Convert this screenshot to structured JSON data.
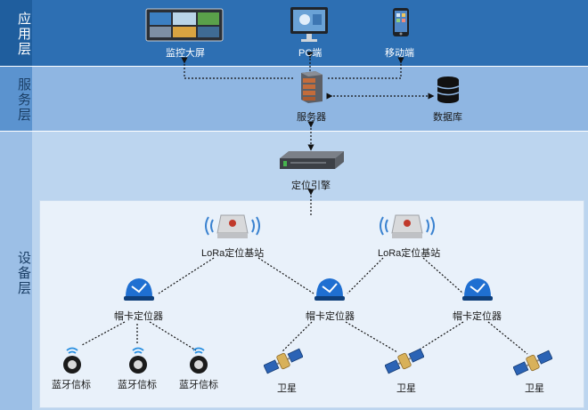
{
  "layers": {
    "application": "应用层",
    "service": "服务层",
    "device": "设备层"
  },
  "application": {
    "screen_wall": "监控大屏",
    "pc": "PC端",
    "mobile": "移动端"
  },
  "service": {
    "server": "服务器",
    "database": "数据库"
  },
  "device": {
    "engine": "定位引擎",
    "base_station_1": "LoRa定位基站",
    "base_station_2": "LoRa定位基站",
    "helmet_1": "帽卡定位器",
    "helmet_2": "帽卡定位器",
    "helmet_3": "帽卡定位器",
    "beacon_1": "蓝牙信标",
    "beacon_2": "蓝牙信标",
    "beacon_3": "蓝牙信标",
    "satellite_1": "卫星",
    "satellite_2": "卫星",
    "satellite_3": "卫星"
  },
  "colors": {
    "app_band": "#2d6fb3",
    "service_band": "#8fb6e2",
    "device_band": "#bcd5ef",
    "helmet_blue": "#1f6fd1"
  }
}
